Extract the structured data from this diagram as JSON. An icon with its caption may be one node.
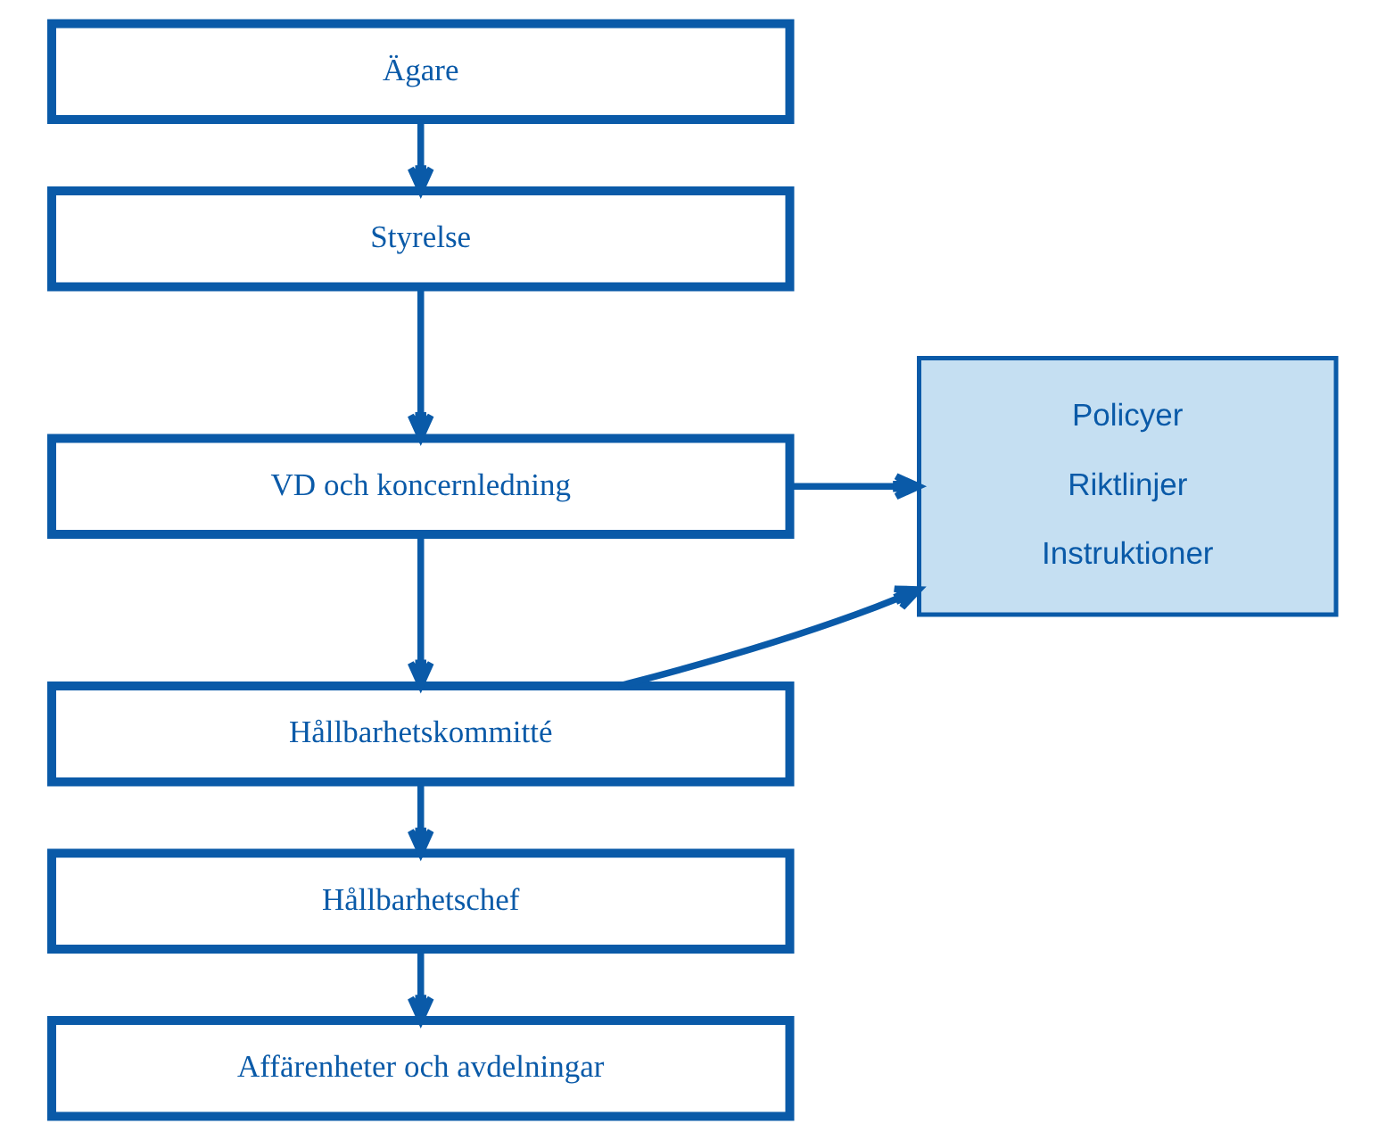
{
  "diagram": {
    "nodes": [
      {
        "text": [
          "Ägare"
        ]
      },
      {
        "text": [
          "Styrelse"
        ]
      },
      {
        "text": [
          "VD och koncernledning"
        ]
      },
      {
        "text": [
          "Hållbarhetskommitté"
        ]
      },
      {
        "text": [
          "Hållbarhetschef"
        ]
      },
      {
        "text": [
          "Affärenheter och avdelningar"
        ]
      },
      {
        "text": [
          "Policyer",
          "Riktlinjer",
          "Instruktioner"
        ]
      }
    ],
    "edges": [
      {
        "from": 0,
        "to": 1,
        "arrow": "to"
      },
      {
        "from": 1,
        "to": 2,
        "arrow": "to"
      },
      {
        "from": 2,
        "to": 3,
        "arrow": "to"
      },
      {
        "from": 3,
        "to": 4,
        "arrow": "to"
      },
      {
        "from": 4,
        "to": 5,
        "arrow": "to"
      },
      {
        "from": 2,
        "to": 6,
        "arrow": "to"
      },
      {
        "from": 3,
        "to": 6,
        "arrow": "to"
      }
    ]
  }
}
